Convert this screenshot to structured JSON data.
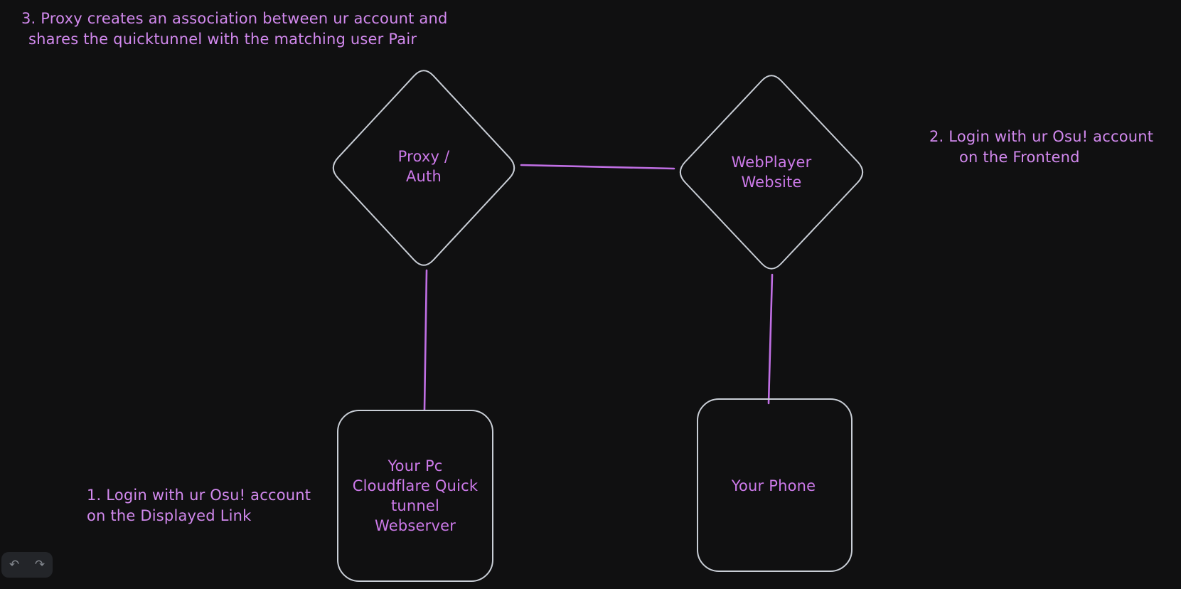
{
  "app": {
    "name": "whiteboard-canvas",
    "background": "#101011"
  },
  "colors": {
    "shape_outline": "#c9ced6",
    "text_purple": "#d289ee",
    "connector_purple": "#c06fe4",
    "toolbar_panel": "#232529",
    "toolbar_icon": "#84888f"
  },
  "notes": {
    "step3": {
      "lines": [
        "3. Proxy creates an association between ur account and",
        "shares the quicktunnel with the matching user Pair"
      ]
    },
    "step2": {
      "lines": [
        "2. Login with ur Osu! account",
        "on the Frontend"
      ]
    },
    "step1": {
      "lines": [
        "1. Login with ur Osu! account",
        "on the Displayed Link"
      ]
    }
  },
  "nodes": {
    "proxy_auth": {
      "shape": "diamond",
      "lines": [
        "Proxy /",
        "Auth"
      ]
    },
    "webplayer": {
      "shape": "diamond",
      "lines": [
        "WebPlayer",
        "Website"
      ]
    },
    "pc_tunnel": {
      "shape": "rounded-rectangle",
      "lines": [
        "Your Pc",
        "Cloudflare Quick",
        "tunnel",
        "Webserver"
      ]
    },
    "phone": {
      "shape": "rounded-rectangle",
      "lines": [
        "Your Phone"
      ]
    }
  },
  "connectors": [
    {
      "from": "proxy_auth",
      "to": "webplayer"
    },
    {
      "from": "proxy_auth",
      "to": "pc_tunnel"
    },
    {
      "from": "webplayer",
      "to": "phone"
    }
  ],
  "history_toolbar": {
    "undo_icon": "↶",
    "redo_icon": "↷"
  }
}
